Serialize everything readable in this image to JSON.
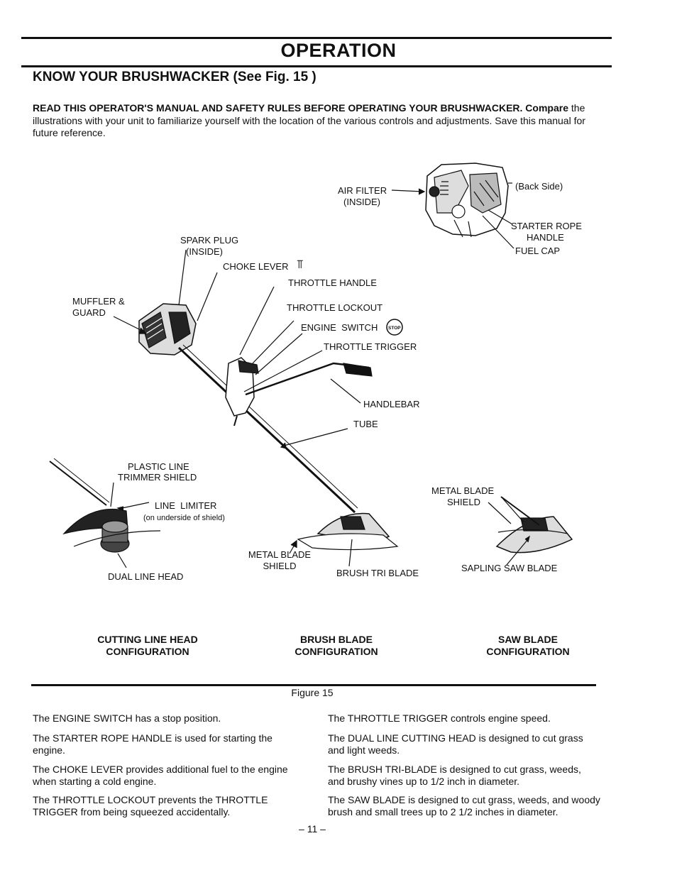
{
  "header": {
    "section_title": "OPERATION",
    "subsection_title": "KNOW YOUR BRUSHWACKER (See Fig. 15 )"
  },
  "intro": {
    "bold_part": "READ THIS OPERATOR'S MANUAL AND SAFETY RULES BEFORE OPERATING YOUR BRUSHWACKER. Compare",
    "rest": "the illustrations with your unit to familiarize yourself with the location of the various controls and adjustments. Save this manual for future reference."
  },
  "figure": {
    "labels": {
      "air_filter": "AIR FILTER",
      "air_filter_inside": "(INSIDE)",
      "back_side": "(Back Side)",
      "starter_rope": "STARTER ROPE",
      "starter_rope_handle": "HANDLE",
      "fuel_cap": "FUEL CAP",
      "spark_plug": "SPARK PLUG",
      "spark_plug_inside": "(INSIDE)",
      "choke_lever": "CHOKE LEVER",
      "throttle_handle": "THROTTLE HANDLE",
      "muffler": "MUFFLER &",
      "guard": "GUARD",
      "throttle_lockout": "THROTTLE LOCKOUT",
      "engine_switch": "ENGINE  SWITCH",
      "stop_symbol": "STOP",
      "throttle_trigger": "THROTTLE TRIGGER",
      "handlebar": "HANDLEBAR",
      "tube": "TUBE",
      "plastic_line": "PLASTIC LINE",
      "trimmer_shield": "TRIMMER SHIELD",
      "line_limiter": "LINE  LIMITER",
      "line_limiter_note": "(on underside of shield)",
      "dual_line_head": "DUAL LINE HEAD",
      "metal_blade_shield_1": "METAL BLADE",
      "metal_blade_shield_1b": "SHIELD",
      "brush_tri_blade": "BRUSH TRI BLADE",
      "metal_blade_shield_2": "METAL BLADE",
      "metal_blade_shield_2b": "SHIELD",
      "sapling_saw_blade": "SAPLING SAW BLADE"
    },
    "configs": [
      {
        "line1": "CUTTING LINE HEAD",
        "line2": "CONFIGURATION"
      },
      {
        "line1": "BRUSH BLADE",
        "line2": "CONFIGURATION"
      },
      {
        "line1": "SAW BLADE",
        "line2": "CONFIGURATION"
      }
    ],
    "caption": "Figure 15"
  },
  "descriptions": {
    "left": [
      "The ENGINE SWITCH has a stop position.",
      "The STARTER ROPE HANDLE is used for starting the engine.",
      "The CHOKE LEVER provides additional fuel to the engine when starting a cold engine.",
      "The THROTTLE LOCKOUT prevents the THROTTLE TRIGGER from being squeezed accidentally."
    ],
    "right": [
      "The THROTTLE TRIGGER controls engine speed.",
      "The DUAL LINE CUTTING HEAD is designed to cut grass and light weeds.",
      "The BRUSH TRI-BLADE is designed to cut grass, weeds, and brushy vines up to 1/2 inch in diameter.",
      "The SAW BLADE is designed to cut grass, weeds, and woody brush and small trees up to 2 1/2 inches in diameter."
    ]
  },
  "page_number": "– 11 –"
}
